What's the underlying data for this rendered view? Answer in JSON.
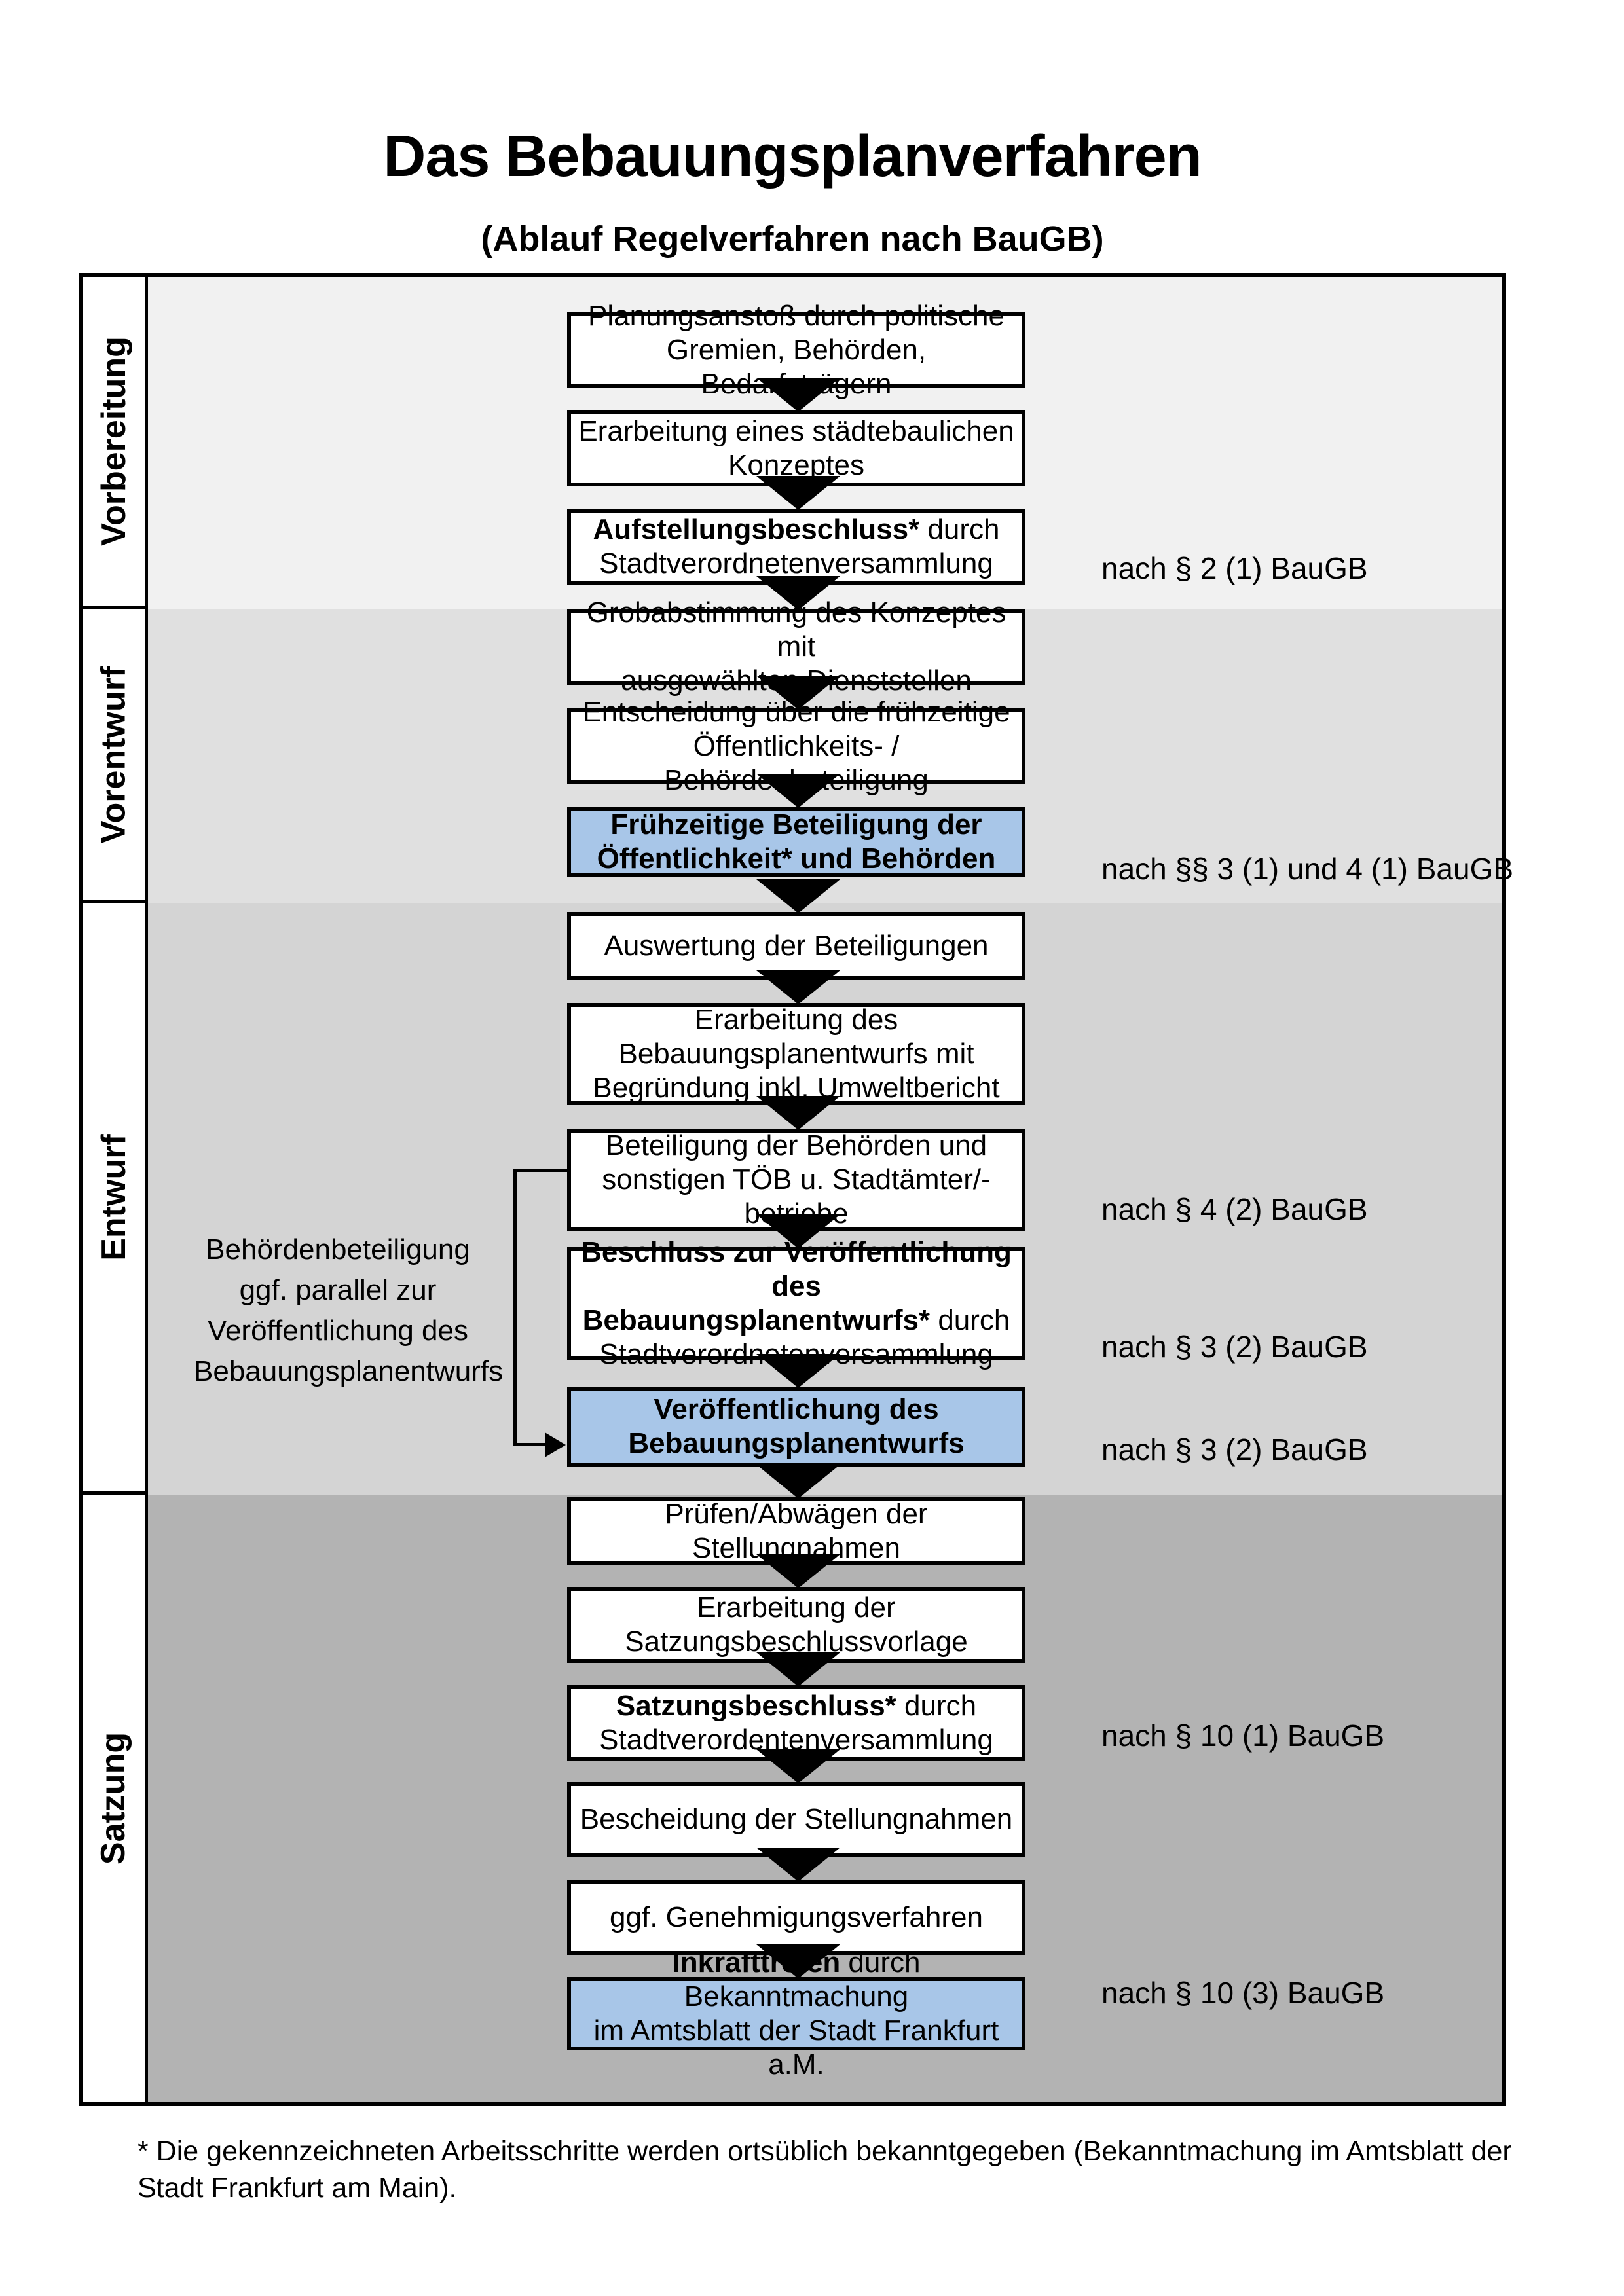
{
  "title": "Das Bebauungsplanverfahren",
  "subtitle": "(Ablauf Regelverfahren nach BauGB)",
  "phases": [
    {
      "label": "Vorbereitung"
    },
    {
      "label": "Vorentwurf"
    },
    {
      "label": "Entwurf"
    },
    {
      "label": "Satzung"
    }
  ],
  "steps": [
    {
      "bold": "",
      "regular": "Planungsanstoß durch politische\nGremien, Behörden, Bedarfsträgern"
    },
    {
      "bold": "",
      "regular": "Erarbeitung eines städtebaulichen\nKonzeptes"
    },
    {
      "bold": "Aufstellungsbeschluss*",
      "regular": " durch\nStadtverordnetenversammlung"
    },
    {
      "bold": "",
      "regular": "Grobabstimmung des Konzeptes mit\nausgewählten Dienststellen"
    },
    {
      "bold": "",
      "regular": "Entscheidung über die frühzeitige\nÖffentlichkeits- / Behördenbeteiligung"
    },
    {
      "bold": "Frühzeitige Beteiligung der\nÖffentlichkeit* und Behörden",
      "regular": ""
    },
    {
      "bold": "",
      "regular": "Auswertung der Beteiligungen"
    },
    {
      "bold": "",
      "regular": "Erarbeitung des\nBebauungsplanentwurfs mit\nBegründung inkl. Umweltbericht"
    },
    {
      "bold": "",
      "regular": "Beteiligung der Behörden und\nsonstigen TÖB u. Stadtämter/-betriebe"
    },
    {
      "bold": "Beschluss zur Veröffentlichung des\nBebauungsplanentwurfs*",
      "regular": " durch\nStadtverordnetenversammlung"
    },
    {
      "bold": "Veröffentlichung des\nBebauungsplanentwurfs",
      "regular": ""
    },
    {
      "bold": "",
      "regular": "Prüfen/Abwägen der Stellungnahmen"
    },
    {
      "bold": "",
      "regular": "Erarbeitung der\nSatzungsbeschlussvorlage"
    },
    {
      "bold": "Satzungsbeschluss*",
      "regular": " durch\nStadtverordentenversammlung"
    },
    {
      "bold": "",
      "regular": "Bescheidung der Stellungnahmen"
    },
    {
      "bold": "",
      "regular": "ggf. Genehmigungsverfahren"
    },
    {
      "bold": "Inkrafttreten",
      "regular": " durch Bekanntmachung\nim Amtsblatt der Stadt Frankfurt a.M."
    }
  ],
  "references": [
    "nach § 2 (1) BauGB",
    "nach §§ 3 (1) und 4 (1) BauGB",
    "nach § 4 (2) BauGB",
    "nach § 3 (2) BauGB",
    "nach § 3 (2) BauGB",
    "nach § 10 (1) BauGB",
    "nach § 10 (3) BauGB"
  ],
  "side_note": "Behördenbeteiligung\nggf. parallel zur\nVeröffentlichung des\nBebauungsplanentwurfs",
  "footnote": "* Die gekennzeichneten Arbeitsschritte werden ortsüblich bekanntgegeben (Bekanntmachung im Amtsblatt  der Stadt Frankfurt am Main).",
  "colors": {
    "highlight_box": "#a8c6e8",
    "band_vorbereitung": "#f1f1f1",
    "band_vorentwurf": "#e0e0e0",
    "band_entwurf": "#d4d4d4",
    "band_satzung": "#b3b3b3"
  }
}
